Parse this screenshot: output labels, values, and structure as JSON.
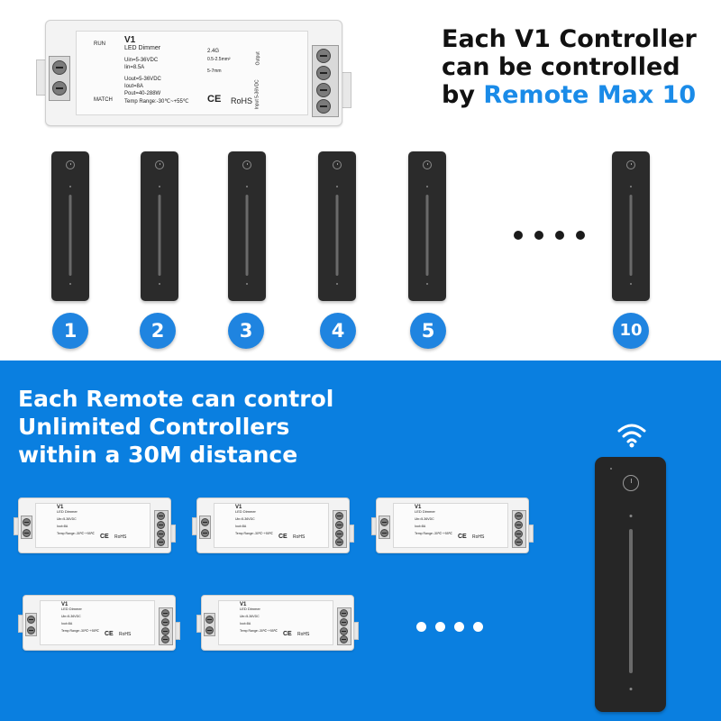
{
  "headline": {
    "line1": "Each V1 Controller",
    "line2": "can be controlled",
    "line3_prefix": "by ",
    "line3_highlight": "Remote Max 10"
  },
  "colors": {
    "top_background": "#ffffff",
    "bottom_background": "#0a7fe0",
    "badge": "#1f84e0",
    "highlight_text": "#1a8be8",
    "remote_body": "#2b2b2b"
  },
  "controller_label": {
    "run": "RUN",
    "match": "MATCH",
    "model": "V1",
    "name": "LED Dimmer",
    "uin": "Uin=5-36VDC",
    "iin": "Iin=8.5A",
    "uout": "Uout=5-36VDC",
    "iout": "Iout=8A",
    "pout": "Pout=40-288W",
    "temp": "Temp Range:-30℃~+55℃",
    "rf": "2.4G",
    "wire": "0.5-2.5mm²",
    "strip_len": "5-7mm",
    "output": "Output",
    "input": "Input 5-36VDC",
    "ce": "CE",
    "rohs": "RoHS"
  },
  "remote_numbers": [
    "1",
    "2",
    "3",
    "4",
    "5",
    "10"
  ],
  "bottom_title": {
    "line1": "Each Remote can control",
    "line2": "Unlimited Controllers",
    "line3": "within a 30M distance"
  },
  "icons": [
    "power-icon",
    "wifi-signal-icon",
    "ellipsis-dots"
  ]
}
